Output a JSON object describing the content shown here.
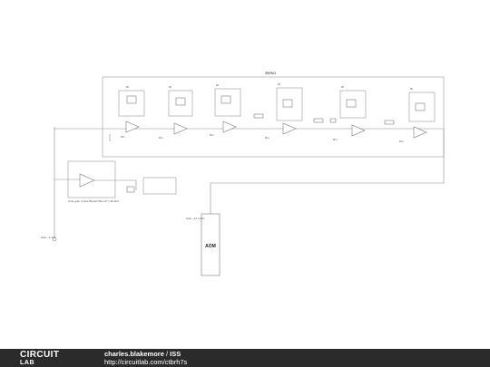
{
  "diagram": {
    "servo_title": "Servo",
    "aom_label": "AOM",
    "gain_block_label": "Gain\n~10 mA/V",
    "source_label": "Gain\n~1 V/A",
    "subcircuit_note": "Unity gain 3-pole Bessel filter LP 1.46 kHz"
  },
  "footer": {
    "brand": "CIRCUIT",
    "brand_sub": "LAB",
    "author": "charles.blakemore",
    "separator": " / ",
    "project": "ISS",
    "url": "http://circuitlab.com/ctbrh7s"
  }
}
